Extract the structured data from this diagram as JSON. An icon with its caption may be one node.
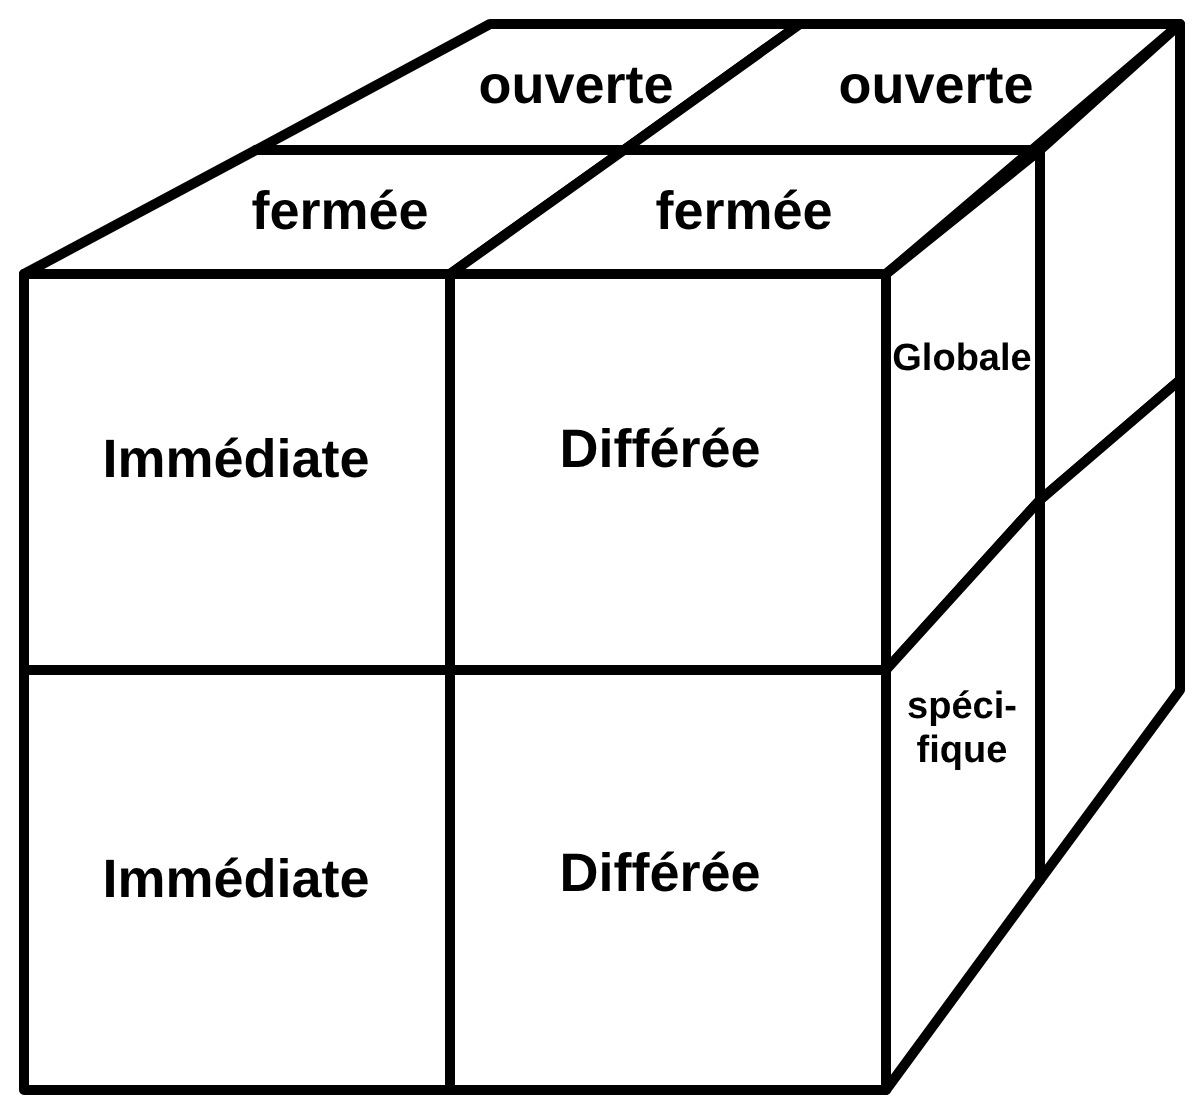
{
  "diagram": {
    "nodes": [
      {
        "text": [
          "ouverte"
        ]
      },
      {
        "text": [
          "ouverte"
        ]
      },
      {
        "text": [
          "fermée"
        ]
      },
      {
        "text": [
          "fermée"
        ]
      },
      {
        "text": [
          "Immédiate"
        ]
      },
      {
        "text": [
          "Différée"
        ]
      },
      {
        "text": [
          "Immédiate"
        ]
      },
      {
        "text": [
          "Différée"
        ]
      },
      {
        "text": [
          "Globale"
        ]
      },
      {
        "text": [],
        "shape": "box"
      },
      {
        "text": [
          "spéci- fique"
        ]
      },
      {
        "text": [],
        "shape": "box"
      }
    ]
  }
}
